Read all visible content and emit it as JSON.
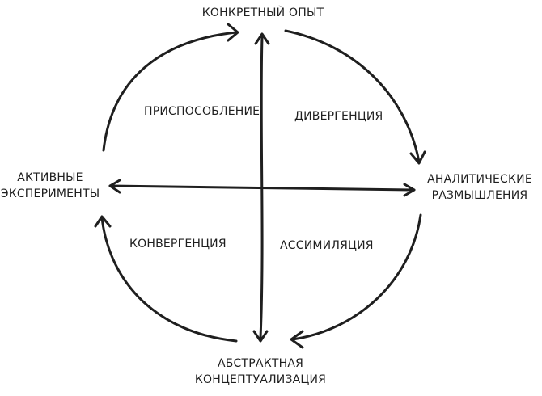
{
  "colors": {
    "ink": "#1f1f1f",
    "background": "#ffffff"
  },
  "poles": {
    "top": "КОНКРЕТНЫЙ ОПЫТ",
    "right": [
      "АНАЛИТИЧЕСКИЕ",
      "РАЗМЫШЛЕНИЯ"
    ],
    "bottom": [
      "АБСТРАКТНАЯ",
      "КОНЦЕПТУАЛИЗАЦИЯ"
    ],
    "left": [
      "АКТИВНЫЕ",
      "ЭКСПЕРИМЕНТЫ"
    ]
  },
  "quadrants": {
    "top_left": "ПРИСПОСОБЛЕНИЕ",
    "top_right": "ДИВЕРГЕНЦИЯ",
    "bottom_left": "КОНВЕРГЕНЦИЯ",
    "bottom_right": "АССИМИЛЯЦИЯ"
  }
}
